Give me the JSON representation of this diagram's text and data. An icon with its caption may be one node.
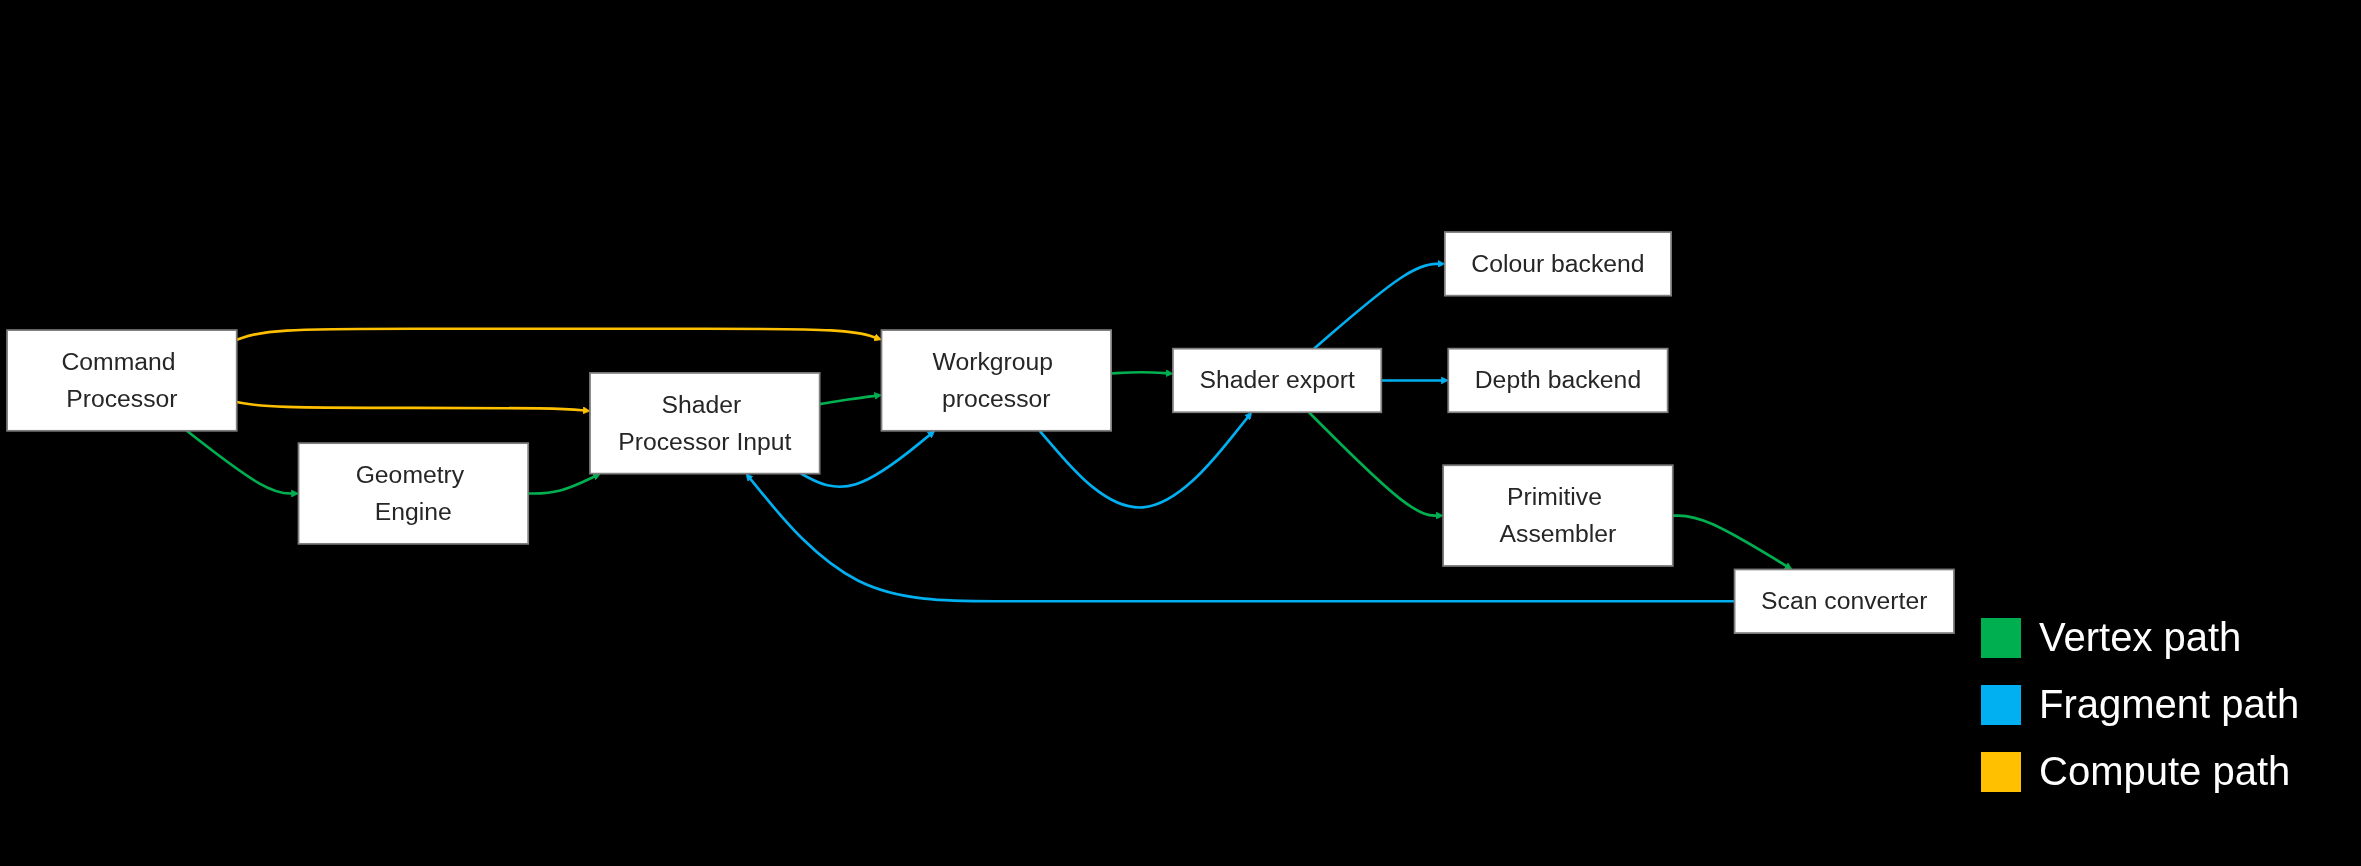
{
  "diagram": {
    "nodes": [
      {
        "text": [
          "Colour backend"
        ]
      },
      {
        "text": [
          "Depth backend"
        ]
      },
      {
        "text": [
          "Command Processor"
        ]
      },
      {
        "text": [
          "Geometry Engine"
        ]
      },
      {
        "text": [
          "Shader Processor Input"
        ]
      },
      {
        "text": [
          "Workgroup processor"
        ]
      },
      {
        "text": [
          "Shader export"
        ]
      },
      {
        "text": [
          "Primitive Assembler"
        ]
      },
      {
        "text": [
          "Scan converter"
        ]
      }
    ],
    "edges": [
      {
        "from": 2,
        "to": 4,
        "arrow": "to",
        "color": "#ffc000"
      },
      {
        "from": 2,
        "to": 5,
        "arrow": "to",
        "color": "#ffc000"
      },
      {
        "from": 6,
        "to": 0,
        "arrow": "to",
        "color": "#00b0f0"
      },
      {
        "from": 6,
        "to": 1,
        "arrow": "to",
        "color": "#00b0f0"
      },
      {
        "from": 2,
        "to": 3,
        "arrow": "to",
        "color": "#00b050"
      },
      {
        "from": 3,
        "to": 4,
        "arrow": "to",
        "color": "#00b050"
      },
      {
        "from": 4,
        "to": 5,
        "arrow": "to",
        "color": "#00b050"
      },
      {
        "from": 4,
        "to": 5,
        "arrow": "to",
        "color": "#00b0f0"
      },
      {
        "from": 5,
        "to": 6,
        "arrow": "to",
        "color": "#00b050"
      },
      {
        "from": 5,
        "to": 6,
        "arrow": "to",
        "color": "#00b0f0"
      },
      {
        "from": 6,
        "to": 7,
        "arrow": "to",
        "color": "#00b050"
      },
      {
        "from": 7,
        "to": 8,
        "arrow": "to",
        "color": "#00b050"
      },
      {
        "from": 8,
        "to": 4,
        "arrow": "to",
        "color": "#00b0f0"
      }
    ],
    "legend": [
      {
        "text": "Vertex path",
        "color": "#00b050"
      },
      {
        "text": "Fragment path",
        "color": "#00b0f0"
      },
      {
        "text": "Compute path",
        "color": "#ffc000"
      }
    ]
  }
}
